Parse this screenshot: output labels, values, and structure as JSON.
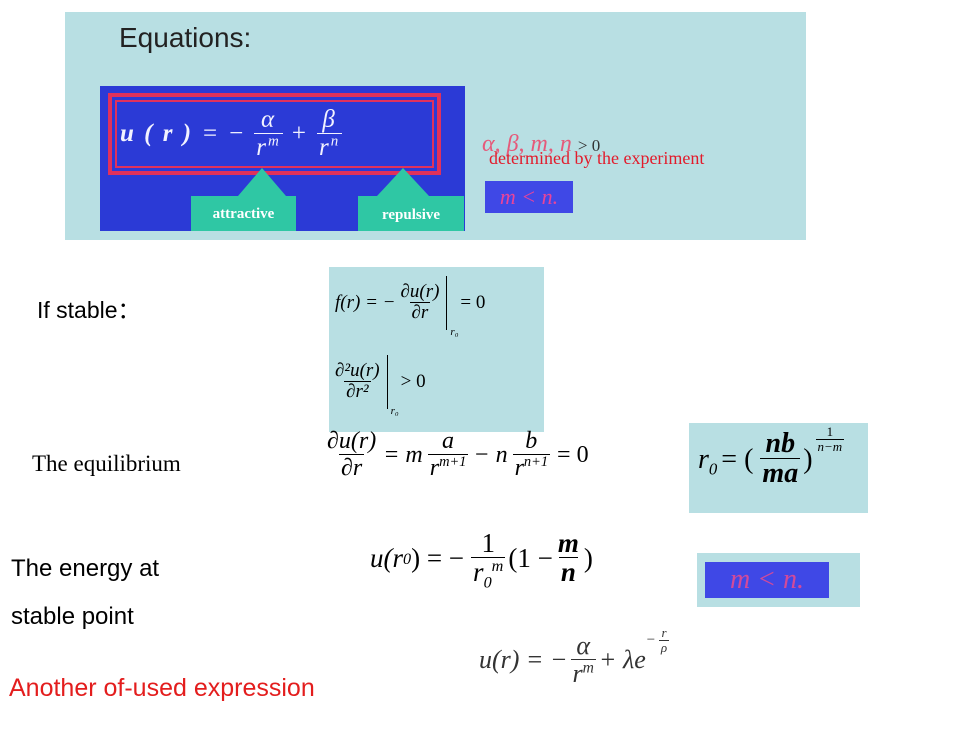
{
  "top_panel": {
    "heading": "Equations:",
    "equation": {
      "lhs": "u ( r )",
      "equals": "=",
      "minus": "−",
      "alpha": "α",
      "r_m_base": "r",
      "m_exp": "m",
      "plus": "+",
      "beta": "β",
      "r_n_base": "r",
      "n_exp": "n"
    },
    "tag_attractive": "attractive",
    "tag_repulsive": "repulsive",
    "params": "α, β, m, n",
    "params_condition": "> 0",
    "experiment_note": "determined by the experiment",
    "mn_badge": "m < n."
  },
  "stable": {
    "label": "If stable：",
    "cond1": {
      "lhs": "f(r) = −",
      "num": "∂u(r)",
      "den": "∂r",
      "at": "r₀",
      "rhs": "= 0"
    },
    "cond2": {
      "num": "∂²u(r)",
      "den": "∂r²",
      "at": "r₀",
      "rhs": "> 0"
    }
  },
  "equilibrium": {
    "label": "The equilibrium",
    "lhs_num": "∂u(r)",
    "lhs_den": "∂r",
    "eq": "= m",
    "a": "a",
    "r_base": "r",
    "m_plus_1": "m+1",
    "minus_n": "− n",
    "b": "b",
    "n_plus_1": "n+1",
    "rhs": "= 0",
    "r0_lhs": "r",
    "r0_sub": "0",
    "r0_eq": "= (",
    "nb": "nb",
    "ma": "ma",
    "close": ")",
    "exp_num": "1",
    "exp_den": "n−m"
  },
  "energy": {
    "label_line1": "The energy at",
    "label_line2": "stable point",
    "lhs": "u(r",
    "lhs_sub": "0",
    "lhs_close": ") = −",
    "one": "1",
    "r_base": "r",
    "r_sub": "0",
    "r_sup": "m",
    "paren": "(1 −",
    "m": "m",
    "n": "n",
    "paren_close": ")",
    "mn_badge": "m < n."
  },
  "alternative": {
    "label": "Another of-used expression",
    "lhs": "u(r) = −",
    "alpha": "α",
    "r_base": "r",
    "r_sup": "m",
    "plus": "+ λe",
    "exp_minus": "−",
    "exp_num": "r",
    "exp_den": "ρ"
  }
}
